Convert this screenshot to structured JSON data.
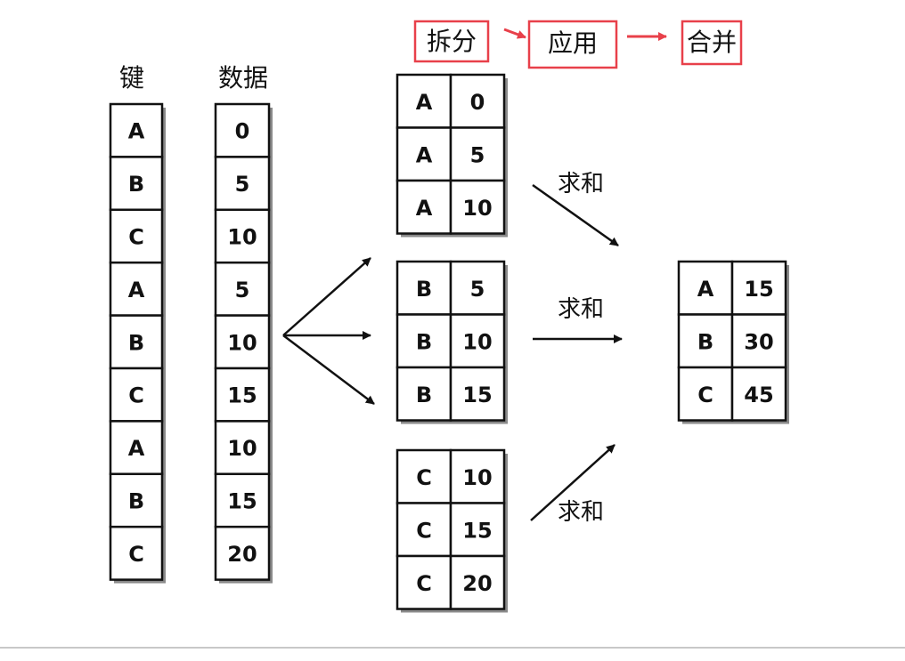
{
  "headers": {
    "key": "键",
    "data": "数据"
  },
  "steps": [
    "拆分",
    "应用",
    "合并"
  ],
  "colors": {
    "step_box": "#e8404a",
    "step_arrow": "#e8404a",
    "line": "#111111",
    "shadow": "#8a8a8a"
  },
  "keys": [
    "A",
    "B",
    "C",
    "A",
    "B",
    "C",
    "A",
    "B",
    "C"
  ],
  "values": [
    "0",
    "5",
    "10",
    "5",
    "10",
    "15",
    "10",
    "15",
    "20"
  ],
  "groups": [
    {
      "rows": [
        [
          "A",
          "0"
        ],
        [
          "A",
          "5"
        ],
        [
          "A",
          "10"
        ]
      ]
    },
    {
      "rows": [
        [
          "B",
          "5"
        ],
        [
          "B",
          "10"
        ],
        [
          "B",
          "15"
        ]
      ]
    },
    {
      "rows": [
        [
          "C",
          "10"
        ],
        [
          "C",
          "15"
        ],
        [
          "C",
          "20"
        ]
      ]
    }
  ],
  "apply_label": "求和",
  "result": {
    "rows": [
      [
        "A",
        "15"
      ],
      [
        "B",
        "30"
      ],
      [
        "C",
        "45"
      ]
    ]
  }
}
